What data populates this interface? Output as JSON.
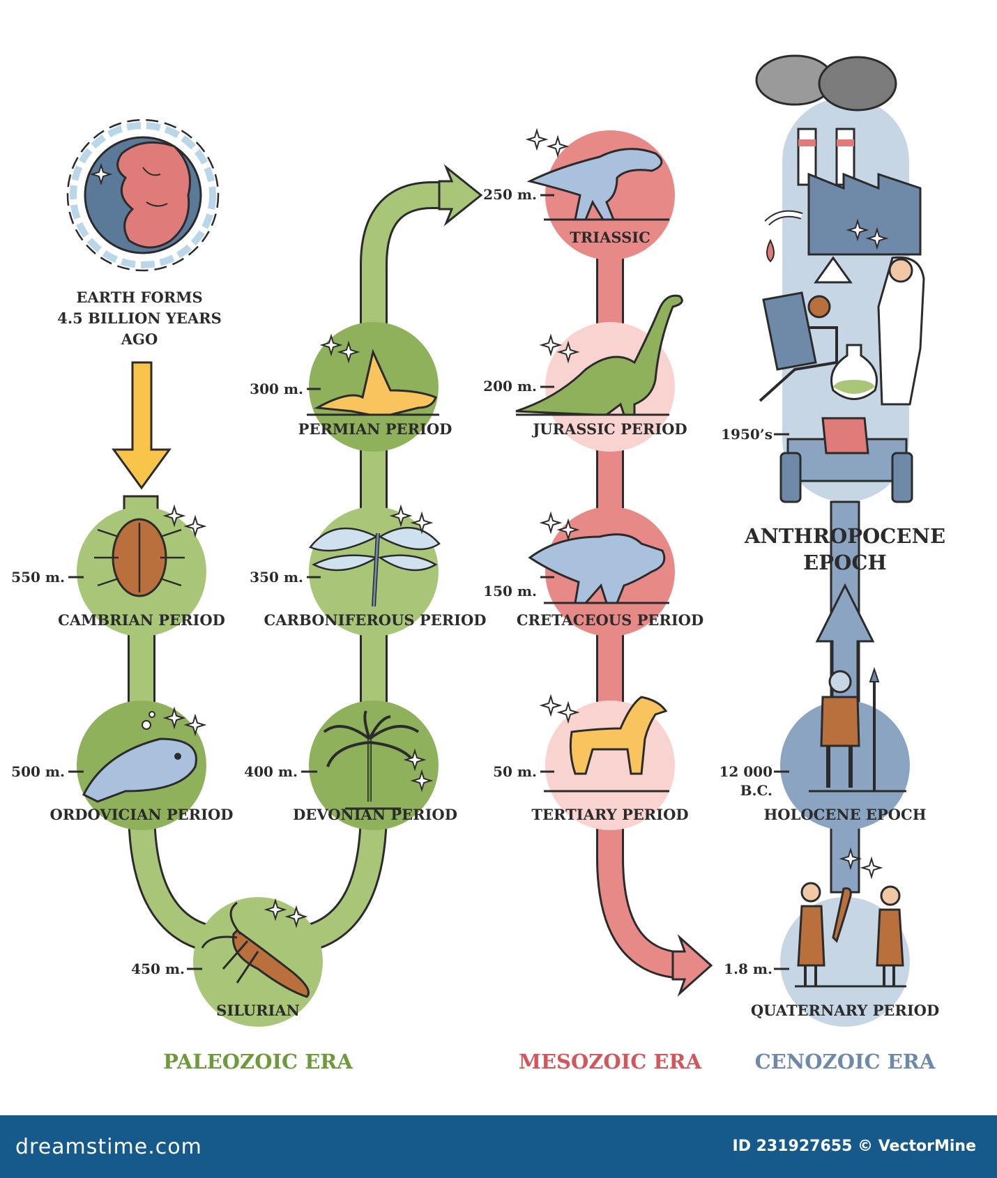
{
  "origin": {
    "line1": "EARTH FORMS",
    "line2": "4.5 BILLION YEARS",
    "line3": "AGO"
  },
  "paleozoic": {
    "era": "PALEOZOIC ERA",
    "periods": [
      {
        "name": "CAMBRIAN PERIOD",
        "age": "550 m."
      },
      {
        "name": "ORDOVICIAN PERIOD",
        "age": "500 m."
      },
      {
        "name": "SILURIAN",
        "age": "450 m."
      },
      {
        "name": "DEVONIAN PERIOD",
        "age": "400 m."
      },
      {
        "name": "CARBONIFEROUS PERIOD",
        "age": "350 m."
      },
      {
        "name": "PERMIAN PERIOD",
        "age": "300 m."
      }
    ]
  },
  "mesozoic": {
    "era": "MESOZOIC ERA",
    "periods": [
      {
        "name": "TRIASSIC",
        "age": "250 m."
      },
      {
        "name": "JURASSIC PERIOD",
        "age": "200 m."
      },
      {
        "name": "CRETACEOUS PERIOD",
        "age": "150 m."
      },
      {
        "name": "TERTIARY PERIOD",
        "age": "50 m."
      }
    ]
  },
  "cenozoic": {
    "era": "CENOZOIC ERA",
    "periods": [
      {
        "name": "QUATERNARY PERIOD",
        "age": "1.8  m."
      },
      {
        "name": "HOLOCENE EPOCH",
        "age_line1": "12 000",
        "age_line2": "B.C."
      }
    ],
    "anthropocene": {
      "line1": "ANTHROPOCENE",
      "line2": "EPOCH",
      "age": "1950’s"
    }
  },
  "footer": {
    "brand": "dreamstime.com",
    "credit": "ID 231927655 © VectorMine"
  },
  "colors": {
    "paleozoic": "#6e9a3c",
    "mesozoic": "#d2575c",
    "cenozoic": "#6f8aa8",
    "footer": "#165a8c"
  }
}
